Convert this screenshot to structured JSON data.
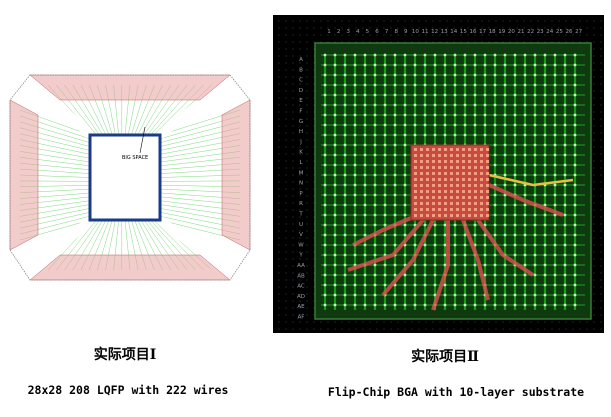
{
  "project1": {
    "title": "实际项目Ⅰ",
    "subtitle": "28x28 208 LQFP with 222 wires",
    "die_label": "BIG SPACE"
  },
  "project2": {
    "title": "实际项目Ⅱ",
    "subtitle": "Flip-Chip BGA with 10-layer substrate",
    "col_labels": [
      "1",
      "2",
      "3",
      "4",
      "5",
      "6",
      "7",
      "8",
      "9",
      "10",
      "11",
      "12",
      "13",
      "14",
      "15",
      "16",
      "17",
      "18",
      "19",
      "20",
      "21",
      "22",
      "23",
      "24",
      "25",
      "26",
      "27"
    ],
    "row_labels": [
      "A",
      "B",
      "C",
      "D",
      "E",
      "F",
      "G",
      "H",
      "J",
      "K",
      "L",
      "M",
      "N",
      "P",
      "R",
      "T",
      "U",
      "V",
      "W",
      "Y",
      "AA",
      "AB",
      "AC",
      "AD",
      "AE",
      "AF"
    ]
  },
  "colors": {
    "lqfp_fanout": "#7fd97f",
    "lqfp_lead": "#e8a0a0",
    "die_outline": "#1a3a8a",
    "bga_trace": "#18c018",
    "bga_core": "#d04040",
    "bga_bg": "#000000"
  }
}
